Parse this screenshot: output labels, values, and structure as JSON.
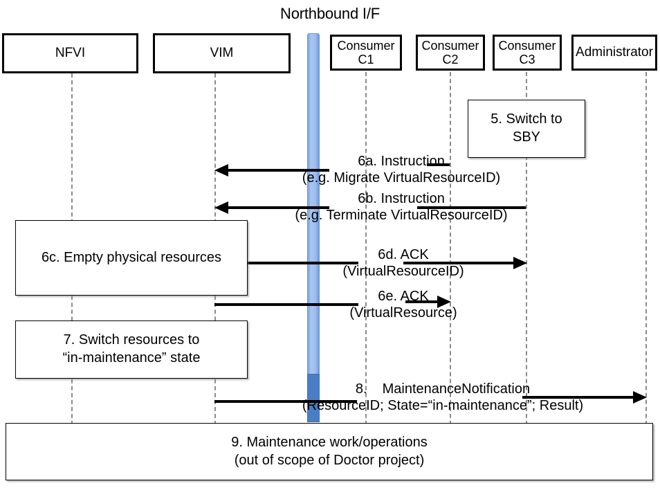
{
  "diagram": {
    "title": "Northbound I/F",
    "type": "sequence-diagram",
    "accent_color": "#8fb4e8",
    "accent_color_dark": "#4a7ec4",
    "line_color": "#000000",
    "lifeline_color": "#8a8a8a"
  },
  "actors": [
    {
      "id": "nfvi",
      "label": "NFVI",
      "label_line1": "NFVI",
      "label_line2": ""
    },
    {
      "id": "vim",
      "label": "VIM",
      "label_line1": "VIM",
      "label_line2": ""
    },
    {
      "id": "c1",
      "label": "Consumer C1",
      "label_line1": "Consumer",
      "label_line2": "C1"
    },
    {
      "id": "c2",
      "label": "Consumer C2",
      "label_line1": "Consumer",
      "label_line2": "C2"
    },
    {
      "id": "c3",
      "label": "Consumer C3",
      "label_line1": "Consumer",
      "label_line2": "C3"
    },
    {
      "id": "admin",
      "label": "Administrator",
      "label_line1": "Administrator",
      "label_line2": ""
    }
  ],
  "notes": [
    {
      "id": "n5",
      "line1": "5. Switch to",
      "line2": "SBY"
    },
    {
      "id": "n6c",
      "line1": "6c. Empty physical resources",
      "line2": ""
    },
    {
      "id": "n7",
      "line1": "7. Switch resources to",
      "line2": "“in-maintenance” state"
    },
    {
      "id": "n9",
      "line1": "9. Maintenance work/operations",
      "line2": "(out of scope of Doctor project)"
    }
  ],
  "messages": [
    {
      "id": "m6a",
      "line1": "6a. Instruction",
      "line2": "(e.g. Migrate VirtualResourceID)",
      "from": "Consumer C2",
      "to": "VIM",
      "direction": "left"
    },
    {
      "id": "m6b",
      "line1": "6b. Instruction",
      "line2": "(e.g. Terminate VirtualResourceID)",
      "from": "Consumer C3",
      "to": "VIM",
      "direction": "left"
    },
    {
      "id": "m6d",
      "line1": "6d. ACK",
      "line2": "(VirtualResourceID)",
      "from": "VIM",
      "to": "Consumer C3",
      "direction": "right"
    },
    {
      "id": "m6e",
      "line1": "6e. ACK",
      "line2": "(VirtualResource)",
      "from": "NFVI",
      "to": "Consumer C2",
      "direction": "right"
    },
    {
      "id": "m8",
      "line1_num": "8.",
      "line1_text": "MaintenanceNotification",
      "line2": "(ResourceID; State=“in-maintenance”; Result)",
      "from": "VIM",
      "to": "Administrator",
      "direction": "right"
    }
  ]
}
